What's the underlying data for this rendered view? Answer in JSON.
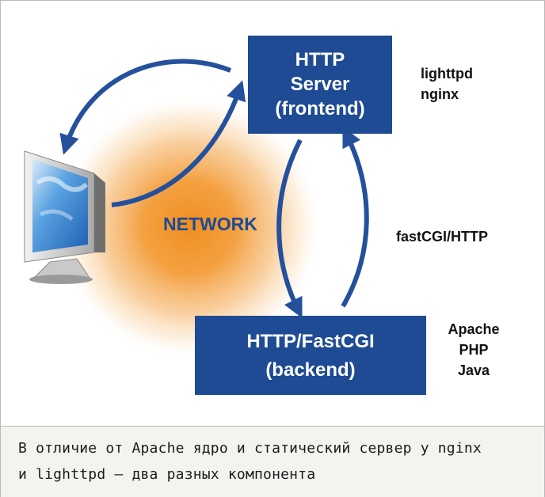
{
  "diagram": {
    "frontend_box": {
      "line1": "HTTP",
      "line2": "Server",
      "line3": "(frontend)"
    },
    "backend_box": {
      "line1": "HTTP/FastCGI",
      "line2": "(backend)"
    },
    "frontend_labels": [
      "lighttpd",
      "nginx"
    ],
    "backend_labels": [
      "Apache",
      "PHP",
      "Java"
    ],
    "network_label": "NETWORK",
    "protocol_label": "fastCGI/HTTP",
    "colors": {
      "box_fill": "#1e4b93",
      "arrow": "#24509c",
      "network_text": "#1e4b93",
      "glow": "#f3a13f"
    }
  },
  "caption": {
    "line1": "В отличие от Apache ядро и статический сервер у nginx",
    "line2": "и lighttpd — два разных компонента"
  }
}
